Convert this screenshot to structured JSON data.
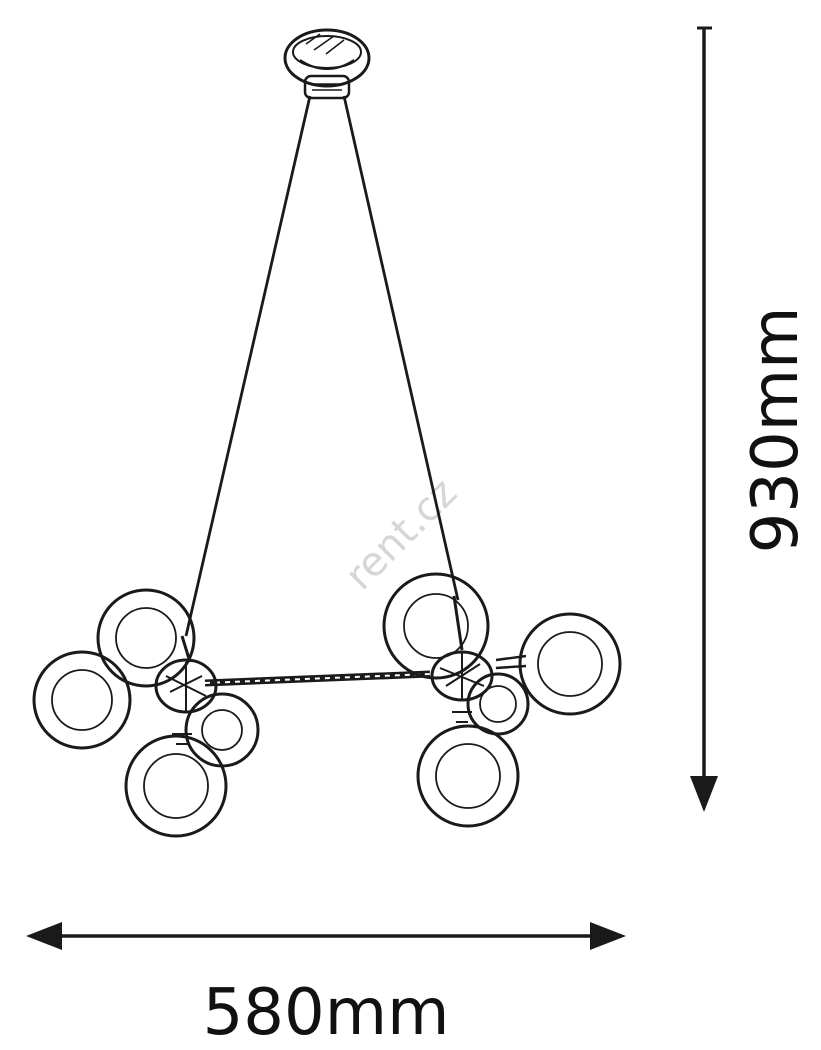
{
  "dimensions": {
    "height_label": "930mm",
    "width_label": "580mm"
  },
  "watermark": "rent.cz",
  "colors": {
    "line": "#1a1a1a",
    "glass": "#555555",
    "watermark": "#d6d6d6",
    "background": "#ffffff"
  }
}
